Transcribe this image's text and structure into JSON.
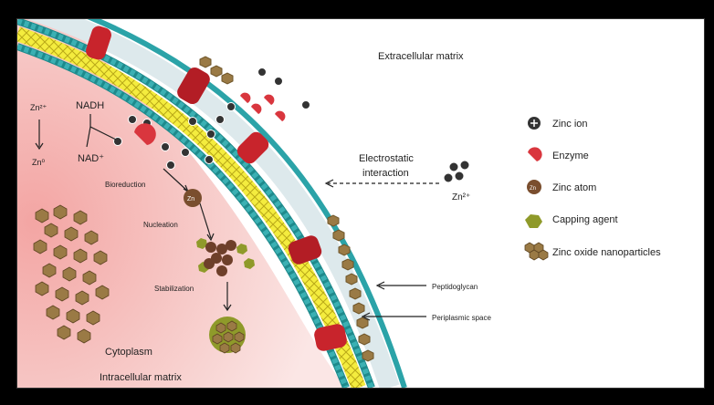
{
  "labels": {
    "extracellular": "Extracellular matrix",
    "zn2plus_left": "Zn²⁺",
    "zn0": "Zn⁰",
    "nadh": "NADH",
    "nad": "NAD⁺",
    "bioreduction": "Bioreduction",
    "nucleation": "Nucleation",
    "stabilization": "Stabilization",
    "cytoplasm": "Cytoplasm",
    "intracellular": "Intracellular matrix",
    "electrostatic_line1": "Electrostatic",
    "electrostatic_line2": "interaction",
    "zn2plus_right": "Zn²⁺",
    "peptidoglycan": "Peptidoglycan",
    "periplasmic": "Periplasmic space"
  },
  "legend": [
    {
      "label": "Zinc ion",
      "icon": "zinc-ion-icon"
    },
    {
      "label": "Enzyme",
      "icon": "enzyme-icon"
    },
    {
      "label": "Zinc atom",
      "icon": "zinc-atom-icon"
    },
    {
      "label": "Capping agent",
      "icon": "capping-agent-icon"
    },
    {
      "label": "Zinc oxide nanoparticles",
      "icon": "zinc-oxide-nanoparticle-icon"
    }
  ],
  "colors": {
    "cytoplasm": "#f6c9c6",
    "membrane_head": "#1e8a8c",
    "membrane_tail": "#f2ea3c",
    "outer_wall": "#2ba3a8",
    "periplasm": "#dde9ec",
    "enzyme": "#c8242c",
    "nanoparticle": "#9a7a45",
    "capping": "#8f9a2a"
  }
}
